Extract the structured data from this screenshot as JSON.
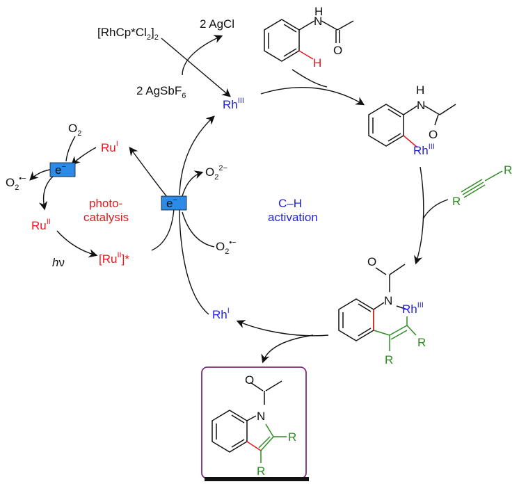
{
  "colors": {
    "ru": "#e8161b",
    "rh": "#1f1fe0",
    "green": "#2e8b22",
    "electron_fill": "#2b8be6",
    "product_frame": "#7b2a7b",
    "black": "#111111"
  },
  "labels": {
    "rh_dimer": "[RhCp*Cl",
    "rh_dimer_sub": "2",
    "rh_dimer_close": "]",
    "rh_dimer_sub2": "2",
    "agcl": "2 AgCl",
    "agsbf6_main": "2 AgSbF",
    "agsbf6_sub": "6",
    "rh3_main": "Rh",
    "rh3_sup": "III",
    "rh1_main": "Rh",
    "rh1_sup": "I",
    "ru1_main": "Ru",
    "ru1_sup": "I",
    "ru2_main": "Ru",
    "ru2_sup": "II",
    "ru2star_open": "[Ru",
    "ru2star_sup": "II",
    "ru2star_close": "]*",
    "o2_left_main": "O",
    "o2_left_sub": "2",
    "superoxide_main": "O",
    "superoxide_sub": "2",
    "superoxide_sup": "•−",
    "peroxide_main": "O",
    "peroxide_sub": "2",
    "peroxide_sup": "2−",
    "electron": "e",
    "electron_sup": "−",
    "hv_h": "h",
    "hv_nu": "ν",
    "photocatalysis_line1": "photo-",
    "photocatalysis_line2": "catalysis",
    "ch_line1": "C–H",
    "ch_line2": "activation",
    "atom_H": "H",
    "atom_N": "N",
    "atom_O": "O",
    "atom_R": "R",
    "atom_Rh": "Rh",
    "atom_Rh_sup": "III"
  }
}
